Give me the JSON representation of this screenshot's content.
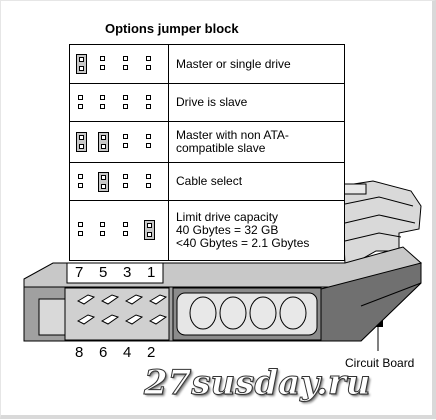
{
  "title": "Options jumper block",
  "rows": [
    {
      "label_lines": [
        "Master or single drive"
      ]
    },
    {
      "label_lines": [
        "Drive is slave"
      ]
    },
    {
      "label_lines": [
        "Master with non ATA-",
        "compatible slave"
      ]
    },
    {
      "label_lines": [
        "Cable select"
      ]
    },
    {
      "label_lines": [
        "Limit drive capacity",
        "40 Gbytes = 32 GB",
        "<40 Gbytes = 2.1 Gbytes"
      ]
    }
  ],
  "pin_numbers_top": [
    "7",
    "5",
    "3",
    "1"
  ],
  "pin_numbers_bottom": [
    "8",
    "6",
    "4",
    "2"
  ],
  "circuit_board_label": "Circuit Board",
  "watermark": "27susday.ru",
  "colors": {
    "drive_gray": "#c0c0c0",
    "drive_dark": "#808080",
    "jumper": "#c8c8c8"
  }
}
